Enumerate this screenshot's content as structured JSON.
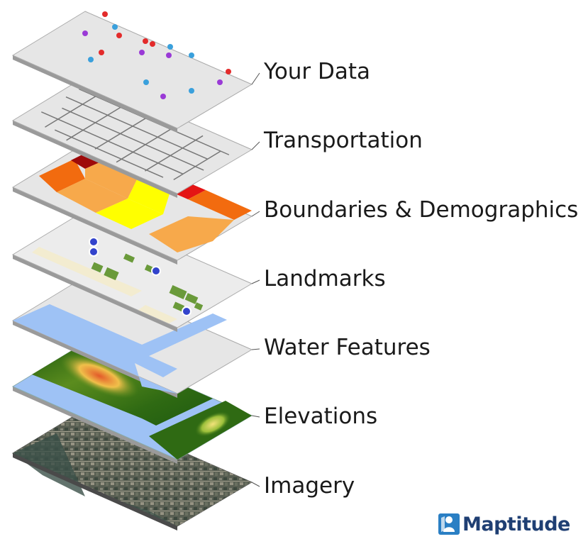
{
  "layers": [
    {
      "id": "your-data",
      "label": "Your Data"
    },
    {
      "id": "transportation",
      "label": "Transportation"
    },
    {
      "id": "boundaries",
      "label": "Boundaries & Demographics"
    },
    {
      "id": "landmarks",
      "label": "Landmarks"
    },
    {
      "id": "water",
      "label": "Water Features"
    },
    {
      "id": "elevations",
      "label": "Elevations"
    },
    {
      "id": "imagery",
      "label": "Imagery"
    }
  ],
  "brand": {
    "name": "Maptitude",
    "icon": "map-person-icon",
    "color": "#1f3f73",
    "icon_color": "#2a7fc4"
  },
  "colors": {
    "slab": "#e6e6e6",
    "data_points": [
      "#e32b2b",
      "#3aa0dc",
      "#9a3ad6"
    ],
    "road": "#777777",
    "demographics": [
      "#9e0a0a",
      "#f26b0f",
      "#f7a94b",
      "#ffff00",
      "#e41414"
    ],
    "landmark_park": "#6a9a3a",
    "landmark_road": "#f3ecd0",
    "landmark_pin": "#3344cc",
    "water": "#9ec2f5",
    "elevation": [
      "#e35a2a",
      "#f0c04a",
      "#5b8c1e",
      "#1e5a0f"
    ],
    "imagery": [
      "#3d4a40",
      "#6b6f5e",
      "#9a9686"
    ]
  }
}
